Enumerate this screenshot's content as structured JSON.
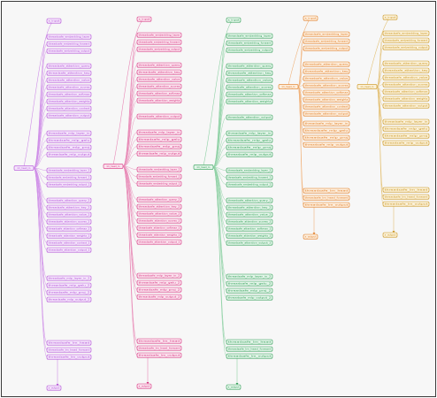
{
  "diagram": {
    "columns": [
      {
        "id": "c1",
        "color": "#b24fd6",
        "fill": "#f4e4fb",
        "edge": "#cf8fe8",
        "root": "lm_head_ln",
        "start": "x_input",
        "end": "x_output",
        "nodes": [
          "x_input",
          "threadsafe_embedding_layer",
          "threadsafe_embedding_forward",
          "threadsafe_embedding_output",
          "threadsafe_attention_query",
          "threadsafe_attention_key",
          "threadsafe_attention_value",
          "threadsafe_attention_scores",
          "threadsafe_attention_softmax",
          "threadsafe_attention_weights",
          "threadsafe_attention_context",
          "threadsafe_attention_output",
          "threadsafe_mlp_layer_in",
          "threadsafe_mlp_gelu",
          "threadsafe_mlp_proj",
          "threadsafe_mlp_output",
          "threadsafe_embedding_layer_2",
          "threadsafe_embedding_forward_2",
          "threadsafe_embedding_output_2",
          "threadsafe_attention_query_2",
          "threadsafe_attention_key_2",
          "threadsafe_attention_value_2",
          "threadsafe_attention_scores_2",
          "threadsafe_attention_softmax_2",
          "threadsafe_attention_weights_2",
          "threadsafe_attention_context_2",
          "threadsafe_attention_output_2",
          "threadsafe_mlp_layer_in_2",
          "threadsafe_mlp_gelu_2",
          "threadsafe_mlp_proj_2",
          "threadsafe_mlp_output_2",
          "threadsafe_lm_head",
          "threadsafe_lm_head_forward",
          "threadsafe_lm_output",
          "x_output"
        ]
      },
      {
        "id": "c2",
        "color": "#d6307e",
        "fill": "#fbe2ee",
        "edge": "#e888b6",
        "root": "lm_head_ln",
        "start": "x_input",
        "end": "x_output",
        "nodes": [
          "x_input",
          "threadsafe_embedding_layer",
          "threadsafe_embedding_forward",
          "threadsafe_embedding_output",
          "threadsafe_attention_query",
          "threadsafe_attention_key",
          "threadsafe_attention_value",
          "threadsafe_attention_scores",
          "threadsafe_attention_softmax",
          "threadsafe_attention_weights",
          "threadsafe_attention_output",
          "threadsafe_mlp_layer_in",
          "threadsafe_mlp_gelu",
          "threadsafe_mlp_proj",
          "threadsafe_mlp_output",
          "threadsafe_embedding_layer_2",
          "threadsafe_embedding_forward_2",
          "threadsafe_embedding_output_2",
          "threadsafe_attention_query_2",
          "threadsafe_attention_key_2",
          "threadsafe_attention_value_2",
          "threadsafe_attention_scores_2",
          "threadsafe_attention_softmax_2",
          "threadsafe_attention_weights_2",
          "threadsafe_attention_output_2",
          "threadsafe_mlp_layer_in_2",
          "threadsafe_mlp_gelu_2",
          "threadsafe_mlp_proj_2",
          "threadsafe_mlp_output_2",
          "threadsafe_lm_head",
          "threadsafe_lm_head_forward",
          "threadsafe_lm_output",
          "x_output"
        ]
      },
      {
        "id": "c3",
        "color": "#2f9e55",
        "fill": "#e2f4e8",
        "edge": "#8fd1a5",
        "root": "lm_head_ln",
        "start": "x_input",
        "end": "x_output",
        "nodes": [
          "x_input",
          "threadsafe_embedding_layer",
          "threadsafe_embedding_forward",
          "threadsafe_embedding_output",
          "threadsafe_attention_query",
          "threadsafe_attention_key",
          "threadsafe_attention_value",
          "threadsafe_attention_scores",
          "threadsafe_attention_softmax",
          "threadsafe_attention_weights",
          "threadsafe_attention_output",
          "threadsafe_mlp_layer_in",
          "threadsafe_mlp_gelu",
          "threadsafe_mlp_proj",
          "threadsafe_mlp_output",
          "threadsafe_embedding_layer_2",
          "threadsafe_embedding_forward_2",
          "threadsafe_embedding_output_2",
          "threadsafe_attention_query_2",
          "threadsafe_attention_key_2",
          "threadsafe_attention_value_2",
          "threadsafe_attention_scores_2",
          "threadsafe_attention_softmax_2",
          "threadsafe_attention_weights_2",
          "threadsafe_attention_output_2",
          "threadsafe_mlp_layer_in_2",
          "threadsafe_mlp_gelu_2",
          "threadsafe_mlp_proj_2",
          "threadsafe_mlp_output_2",
          "threadsafe_lm_head",
          "threadsafe_lm_head_forward",
          "threadsafe_lm_output",
          "x_output"
        ]
      },
      {
        "id": "c4",
        "color": "#e07a1f",
        "fill": "#fdeedd",
        "edge": "#f0b27a",
        "root": "lm_head_ln",
        "start": "x_input",
        "end": "x_output",
        "nodes": [
          "x_input",
          "threadsafe_embedding_layer",
          "threadsafe_embedding_forward",
          "threadsafe_embedding_output",
          "threadsafe_attention_query",
          "threadsafe_attention_key",
          "threadsafe_attention_value",
          "threadsafe_attention_scores",
          "threadsafe_attention_softmax",
          "threadsafe_attention_weights",
          "threadsafe_attention_context",
          "threadsafe_attention_output",
          "threadsafe_mlp_layer_in",
          "threadsafe_mlp_gelu",
          "threadsafe_mlp_proj",
          "threadsafe_mlp_output",
          "threadsafe_lm_head",
          "threadsafe_lm_head_forward",
          "threadsafe_lm_output",
          "x_output"
        ]
      },
      {
        "id": "c5",
        "color": "#c9931a",
        "fill": "#fbf1d9",
        "edge": "#e3c073",
        "root": "lm_head_ln",
        "start": "x_input",
        "end": "x_output",
        "nodes": [
          "x_input",
          "threadsafe_embedding_layer",
          "threadsafe_embedding_forward",
          "threadsafe_embedding_output",
          "threadsafe_attention_query",
          "threadsafe_attention_key",
          "threadsafe_attention_value",
          "threadsafe_attention_scores",
          "threadsafe_attention_softmax",
          "threadsafe_attention_weights",
          "threadsafe_attention_output",
          "threadsafe_mlp_layer_in",
          "threadsafe_mlp_gelu",
          "threadsafe_mlp_proj",
          "threadsafe_mlp_output",
          "threadsafe_lm_head",
          "threadsafe_lm_head_forward",
          "threadsafe_lm_output",
          "x_output"
        ]
      }
    ]
  }
}
